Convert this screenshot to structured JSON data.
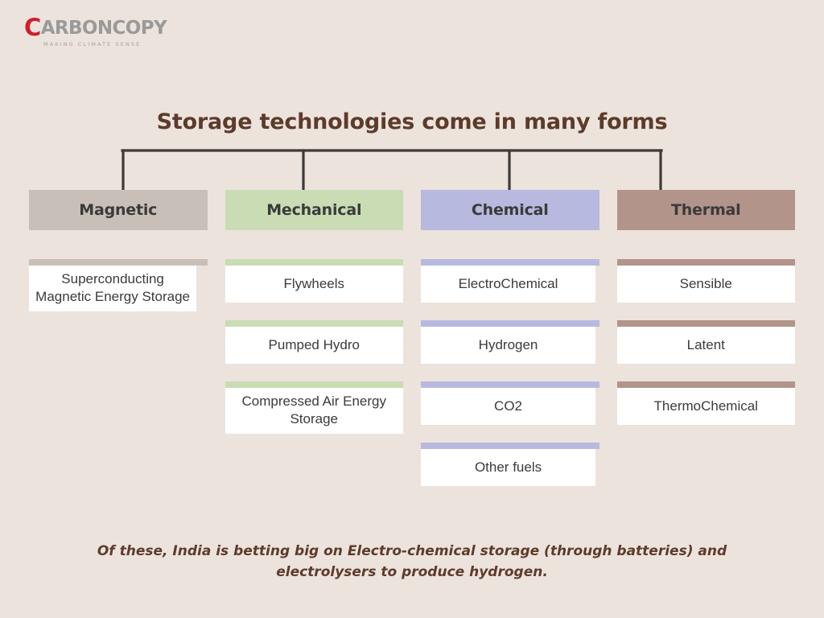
{
  "brand": {
    "lead_letter": "C",
    "wordmark_rest": "ARBONCOPY",
    "tagline": "MAKING CLIMATE SENSE",
    "lead_color": "#cf1f2e",
    "wordmark_color": "#9a9a9a"
  },
  "page": {
    "title": "Storage technologies come in many forms",
    "background_color": "#ece3dd",
    "title_color": "#5d3b2a",
    "caption": "Of these, India is betting big on Electro-chemical storage (through batteries) and electrolysers to produce hydrogen."
  },
  "diagram": {
    "type": "hierarchy-tree",
    "connector_color": "#3d3a38",
    "columns": [
      {
        "key": "magnetic",
        "header": "Magnetic",
        "header_color": "#c8c0b8",
        "bar_color": "#c8c0b8",
        "items": [
          {
            "label": "Superconducting Magnetic Energy Storage"
          }
        ]
      },
      {
        "key": "mechanical",
        "header": "Mechanical",
        "header_color": "#c9dcb4",
        "bar_color": "#c9dcb4",
        "items": [
          {
            "label": "Flywheels"
          },
          {
            "label": "Pumped Hydro"
          },
          {
            "label": "Compressed Air Energy Storage"
          }
        ]
      },
      {
        "key": "chemical",
        "header": "Chemical",
        "header_color": "#b8b9de",
        "bar_color": "#b8b9de",
        "items": [
          {
            "label": "ElectroChemical"
          },
          {
            "label": "Hydrogen"
          },
          {
            "label": "CO2"
          },
          {
            "label": "Other fuels"
          }
        ]
      },
      {
        "key": "thermal",
        "header": "Thermal",
        "header_color": "#b2948a",
        "bar_color": "#b2948a",
        "items": [
          {
            "label": "Sensible"
          },
          {
            "label": "Latent"
          },
          {
            "label": "ThermoChemical"
          }
        ]
      }
    ]
  }
}
